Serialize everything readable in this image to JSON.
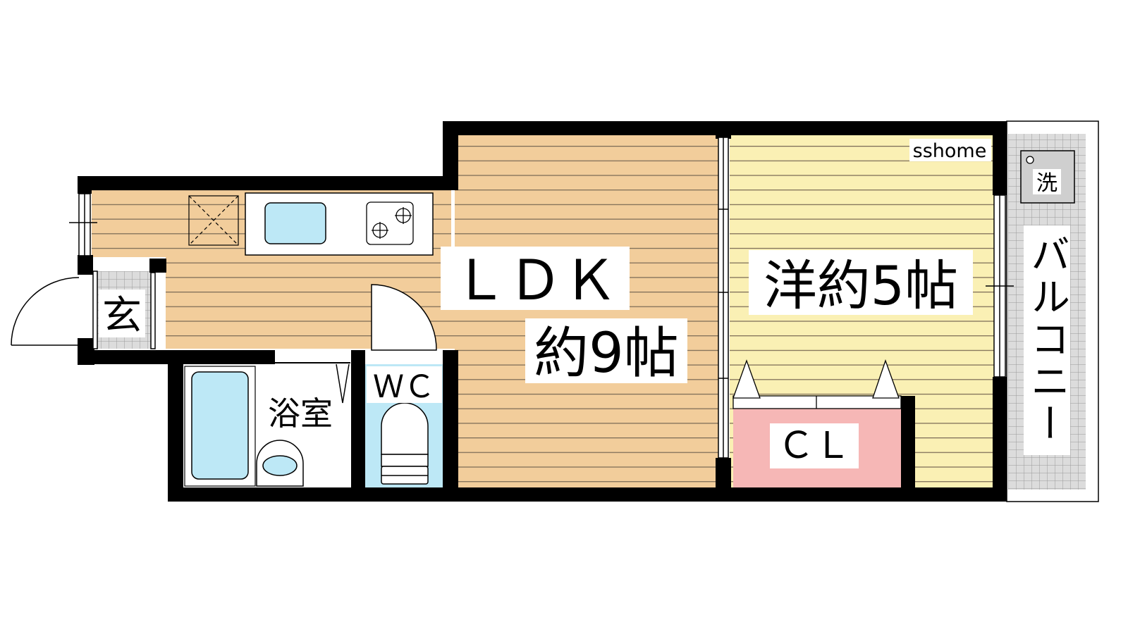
{
  "watermark": "sshome",
  "rooms": {
    "ldk_name": "ＬＤＫ",
    "ldk_size": "約9帖",
    "western_room": "洋約5帖",
    "closet": "ＣＬ",
    "bath": "浴室",
    "toilet": "ＷＣ",
    "entrance": "玄",
    "balcony": "バルコニー",
    "washer": "洗"
  },
  "colors": {
    "wall": "#000000",
    "ldk_floor": "#f2cd9b",
    "western_floor": "#faf0b4",
    "stripe": "#7a6a55",
    "closet_fill": "#f6b7b6",
    "water_fixture": "#bde8f6",
    "tile_grid": "#bdbdbd"
  }
}
